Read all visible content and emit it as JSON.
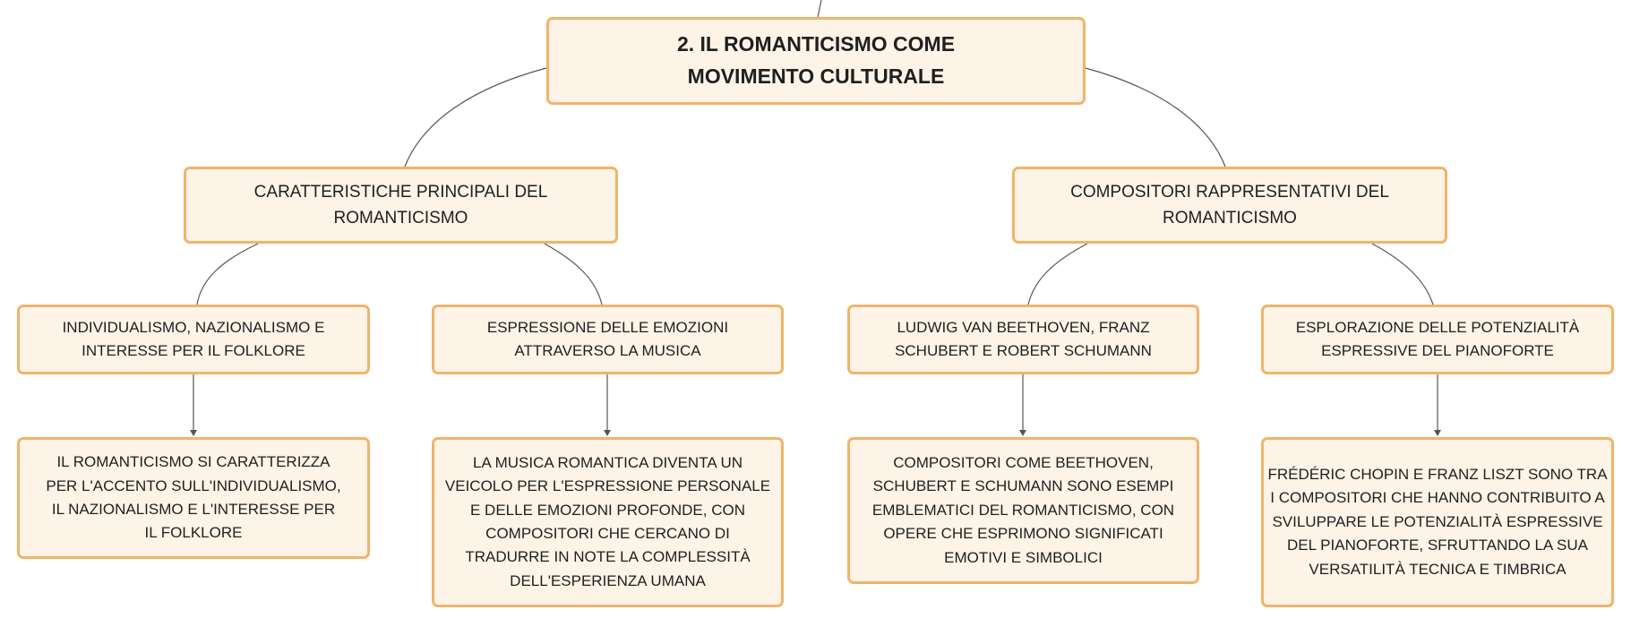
{
  "colors": {
    "node_fill": "#fdf3e7",
    "node_border": "#f0b46a",
    "connector": "#555555",
    "text": "#1f1f1f"
  },
  "root": {
    "title": "2. IL ROMANTICISMO COME MOVIMENTO CULTURALE"
  },
  "branches": [
    {
      "label": "CARATTERISTICHE PRINCIPALI DEL ROMANTICISMO",
      "children": [
        {
          "label": "INDIVIDUALISMO, NAZIONALISMO E INTERESSE PER IL FOLKLORE",
          "detail": "IL ROMANTICISMO SI CARATTERIZZA PER L'ACCENTO SULL'INDIVIDUALISMO, IL NAZIONALISMO E L'INTERESSE PER IL FOLKLORE"
        },
        {
          "label": "ESPRESSIONE DELLE EMOZIONI ATTRAVERSO LA MUSICA",
          "detail": "LA MUSICA ROMANTICA DIVENTA UN VEICOLO PER L'ESPRESSIONE PERSONALE E DELLE EMOZIONI PROFONDE, CON COMPOSITORI CHE CERCANO DI TRADURRE IN NOTE LA COMPLESSITÀ DELL'ESPERIENZA UMANA"
        }
      ]
    },
    {
      "label": "COMPOSITORI RAPPRESENTATIVI DEL ROMANTICISMO",
      "children": [
        {
          "label": "LUDWIG VAN BEETHOVEN, FRANZ SCHUBERT E ROBERT SCHUMANN",
          "detail": "COMPOSITORI COME BEETHOVEN, SCHUBERT E SCHUMANN SONO ESEMPI EMBLEMATICI DEL ROMANTICISMO, CON OPERE CHE ESPRIMONO SIGNIFICATI EMOTIVI E SIMBOLICI"
        },
        {
          "label": "ESPLORAZIONE DELLE POTENZIALITÀ ESPRESSIVE DEL PIANOFORTE",
          "detail": "FRÉDÉRIC CHOPIN E FRANZ LISZT SONO TRA I COMPOSITORI CHE HANNO CONTRIBUITO A SVILUPPARE LE POTENZIALITÀ ESPRESSIVE DEL PIANOFORTE, SFRUTTANDO LA SUA VERSATILITÀ TECNICA E TIMBRICA"
        }
      ]
    }
  ]
}
